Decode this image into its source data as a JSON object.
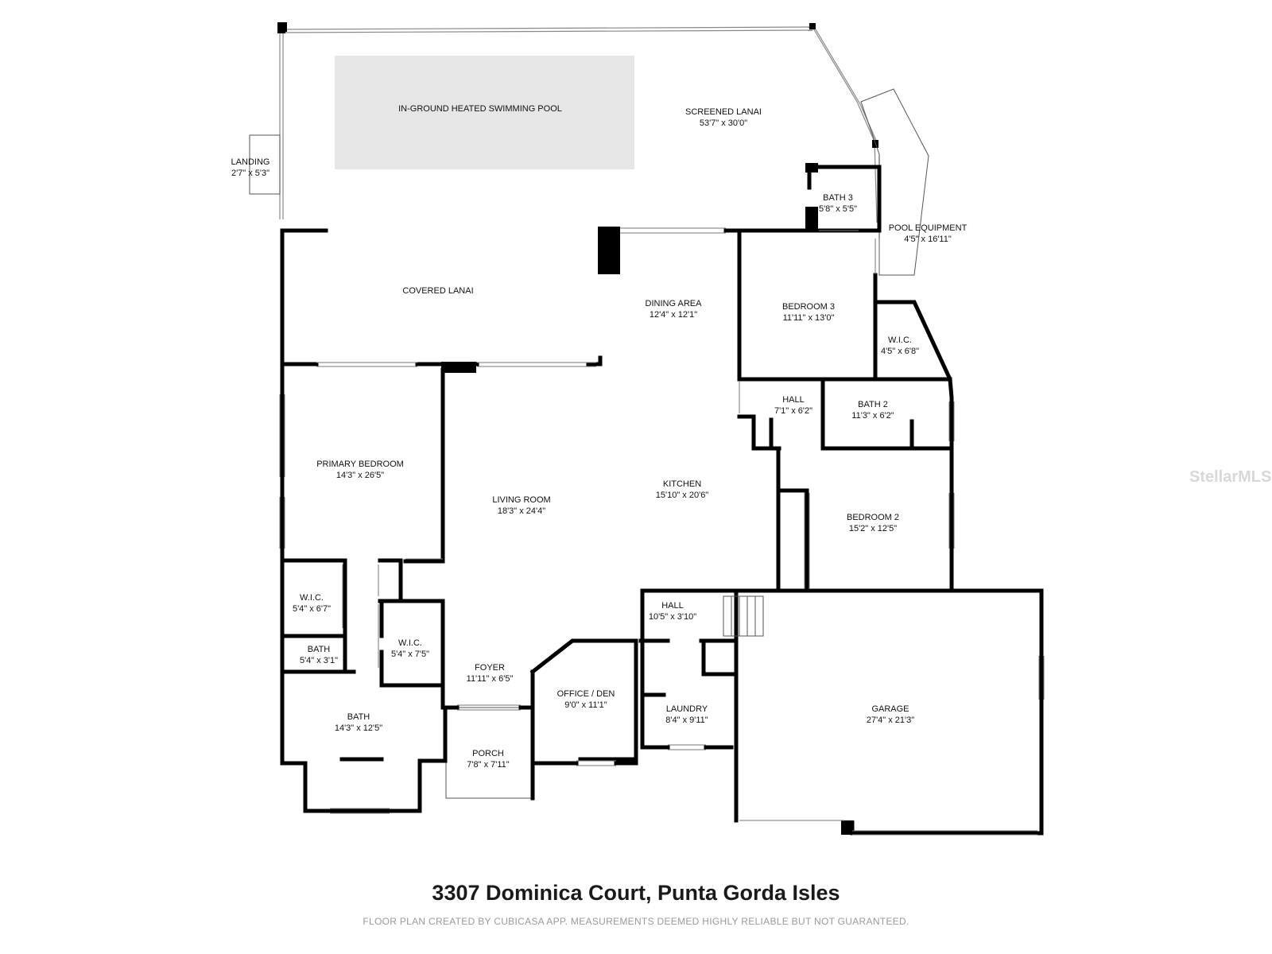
{
  "rooms": {
    "screened_lanai": {
      "name": "SCREENED LANAI",
      "dim": "53'7\" x 30'0\""
    },
    "pool": {
      "name": "IN-GROUND HEATED SWIMMING POOL"
    },
    "landing": {
      "name": "LANDING",
      "dim": "2'7\" x 5'3\""
    },
    "covered_lanai": {
      "name": "COVERED LANAI"
    },
    "bath3": {
      "name": "BATH 3",
      "dim": "5'8\" x 5'5\""
    },
    "pool_equipment": {
      "name": "POOL EQUIPMENT",
      "dim": "4'5\" x 16'11\""
    },
    "dining": {
      "name": "DINING AREA",
      "dim": "12'4\" x 12'1\""
    },
    "bedroom3": {
      "name": "BEDROOM 3",
      "dim": "11'11\" x 13'0\""
    },
    "wic_bed3": {
      "name": "W.I.C.",
      "dim": "4'5\" x 6'8\""
    },
    "hall_top": {
      "name": "HALL",
      "dim": "7'1\" x 6'2\""
    },
    "bath2": {
      "name": "BATH 2",
      "dim": "11'3\" x 6'2\""
    },
    "primary_bedroom": {
      "name": "PRIMARY BEDROOM",
      "dim": "14'3\" x 26'5\""
    },
    "living_room": {
      "name": "LIVING ROOM",
      "dim": "18'3\" x 24'4\""
    },
    "kitchen": {
      "name": "KITCHEN",
      "dim": "15'10\" x 20'6\""
    },
    "bedroom2": {
      "name": "BEDROOM 2",
      "dim": "15'2\" x 12'5\""
    },
    "wic_primary1": {
      "name": "W.I.C.",
      "dim": "5'4\" x 6'7\""
    },
    "wic_primary2": {
      "name": "W.I.C.",
      "dim": "5'4\" x 7'5\""
    },
    "bath_small": {
      "name": "BATH",
      "dim": "5'4\" x 3'1\""
    },
    "hall_mid": {
      "name": "HALL",
      "dim": "10'5\" x 3'10\""
    },
    "foyer": {
      "name": "FOYER",
      "dim": "11'11\" x 6'5\""
    },
    "office": {
      "name": "OFFICE / DEN",
      "dim": "9'0\" x 11'1\""
    },
    "laundry": {
      "name": "LAUNDRY",
      "dim": "8'4\" x 9'11\""
    },
    "garage": {
      "name": "GARAGE",
      "dim": "27'4\" x 21'3\""
    },
    "bath_primary": {
      "name": "BATH",
      "dim": "14'3\" x 12'5\""
    },
    "porch": {
      "name": "PORCH",
      "dim": "7'8\" x 7'11\""
    }
  },
  "footer": {
    "address": "3307 Dominica Court, Punta Gorda Isles",
    "disclaimer": "FLOOR PLAN CREATED BY CUBICASA APP. MEASUREMENTS DEEMED HIGHLY RELIABLE BUT NOT GUARANTEED."
  },
  "watermark": "StellarMLS",
  "colors": {
    "wall": "#000000",
    "pool": "#e6e6e6",
    "screen": "#888888",
    "watermark": "#d8d8d8"
  }
}
